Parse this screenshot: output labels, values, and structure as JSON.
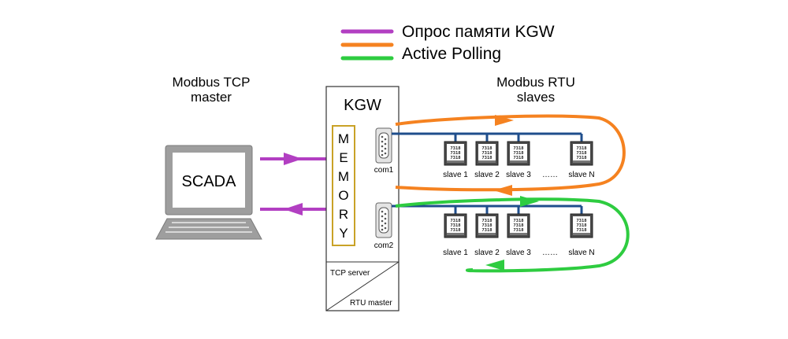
{
  "legend": {
    "items": [
      {
        "label": "Опрос памяти KGW",
        "color": "#b23fc2"
      },
      {
        "label": "Active Polling",
        "colors": [
          "#f58220",
          "#2ecc40"
        ]
      }
    ]
  },
  "master_label": {
    "line1": "Modbus TCP",
    "line2": "master"
  },
  "scada_label": "SCADA",
  "gateway": {
    "title": "KGW",
    "memory_letters": [
      "M",
      "E",
      "M",
      "O",
      "R",
      "Y"
    ],
    "ports": [
      "com1",
      "com2"
    ],
    "roles": {
      "server": "TCP server",
      "master": "RTU master"
    }
  },
  "slaves_label": {
    "line1": "Modbus RTU",
    "line2": "slaves"
  },
  "bus1": {
    "slaves": [
      "slave 1",
      "slave 2",
      "slave 3",
      "slave N"
    ],
    "ellipsis": "……"
  },
  "bus2": {
    "slaves": [
      "slave 1",
      "slave 2",
      "slave 3",
      "slave N"
    ],
    "ellipsis": "……"
  },
  "meter_screen_lines": [
    "7318",
    "7318",
    "7318"
  ],
  "colors": {
    "purple": "#b23fc2",
    "orange": "#f58220",
    "green": "#2ecc40",
    "rs485_bus": "#1f4e8c",
    "memory_border": "#c9a227"
  }
}
